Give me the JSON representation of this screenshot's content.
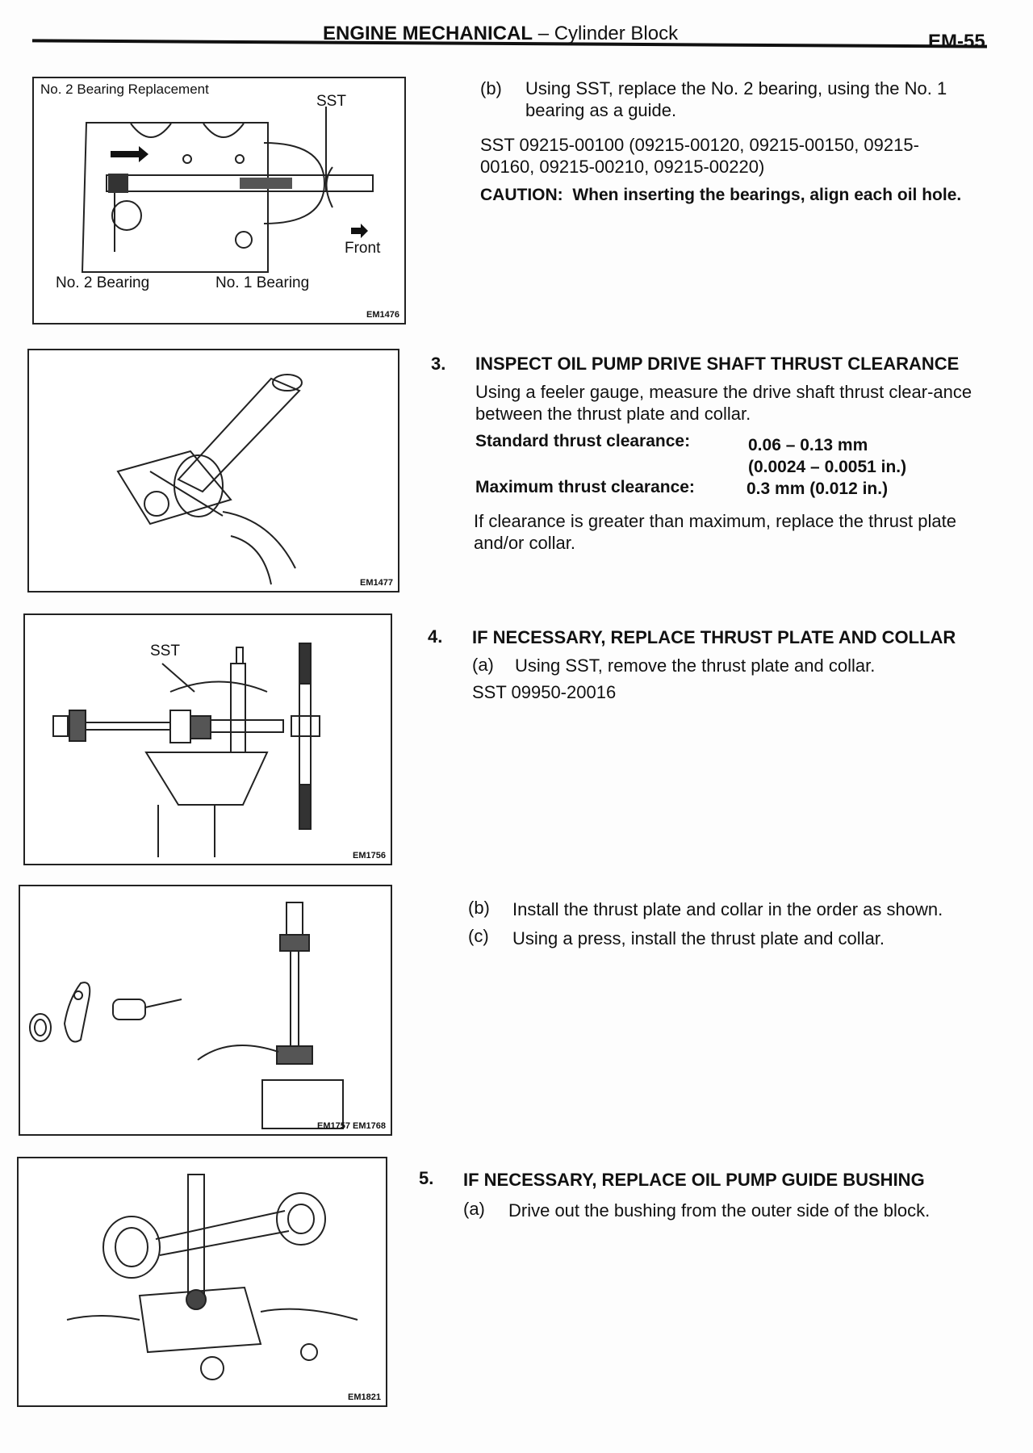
{
  "header": {
    "section": "ENGINE MECHANICAL",
    "dash": "–",
    "subsection": "Cylinder Block",
    "page": "EM-55"
  },
  "figures": [
    {
      "title": "No. 2 Bearing Replacement",
      "labels": [
        "SST",
        "Front",
        "No. 2 Bearing",
        "No. 1 Bearing"
      ],
      "code": "EM1476"
    },
    {
      "code": "EM1477"
    },
    {
      "labels": [
        "SST"
      ],
      "code": "EM1756"
    },
    {
      "code": "EM1757 EM1768"
    },
    {
      "code": "EM1821"
    }
  ],
  "step2b": {
    "marker": "(b)",
    "text": "Using SST, replace the No. 2 bearing, using the No. 1 bearing as a guide.",
    "sst": "SST 09215-00100 (09215-00120, 09215-00150, 09215-00160, 09215-00210, 09215-00220)",
    "caution_label": "CAUTION:",
    "caution": "When inserting the bearings, align each oil hole."
  },
  "step3": {
    "number": "3.",
    "title": "INSPECT OIL PUMP DRIVE SHAFT THRUST CLEARANCE",
    "text": "Using a feeler gauge, measure the drive shaft thrust clear-ance between the thrust plate and collar.",
    "std_label": "Standard thrust clearance:",
    "std_mm": "0.06 – 0.13 mm",
    "std_in": "(0.0024 – 0.0051 in.)",
    "max_label": "Maximum thrust clearance:",
    "max_value": "0.3 mm (0.012 in.)",
    "note": "If clearance is greater than maximum, replace the thrust plate and/or collar."
  },
  "step4": {
    "number": "4.",
    "title": "IF NECESSARY, REPLACE THRUST PLATE AND COLLAR",
    "a_marker": "(a)",
    "a_text": "Using SST, remove the thrust plate and collar.",
    "sst": "SST 09950-20016",
    "b_marker": "(b)",
    "b_text": "Install the thrust plate and collar in the order as shown.",
    "c_marker": "(c)",
    "c_text": "Using a press, install the thrust plate and collar."
  },
  "step5": {
    "number": "5.",
    "title": "IF NECESSARY, REPLACE OIL PUMP GUIDE BUSHING",
    "a_marker": "(a)",
    "a_text": "Drive out the bushing from the outer side of the block."
  }
}
